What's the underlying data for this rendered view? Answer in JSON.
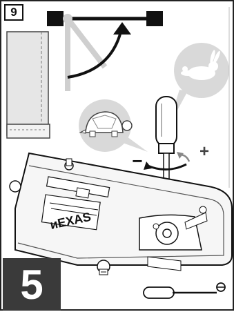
{
  "header": {
    "step_number": "9"
  },
  "footer": {
    "page_number": "5"
  },
  "callouts": {
    "minus_symbol": "−",
    "plus_symbol": "+",
    "slow_icon": "turtle-icon",
    "fast_icon": "rabbit-icon"
  },
  "machine": {
    "plate_text": "ᴎEXAS"
  },
  "colors": {
    "frame": "#222222",
    "badge": "#3a3a3a",
    "callout": "#d9d9d9",
    "illustration_line": "#111111"
  }
}
